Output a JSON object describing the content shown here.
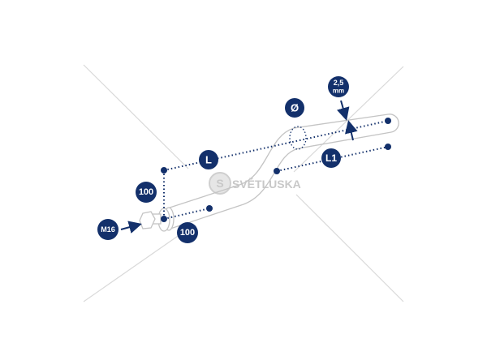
{
  "diagram": {
    "labels": {
      "length": "L",
      "length_offset": "L1",
      "diameter": "Ø",
      "wall_thickness_value": "2,5",
      "wall_thickness_unit": "mm",
      "vertical_offset": "100",
      "horizontal_offset": "100",
      "thread": "M16"
    },
    "watermark": {
      "brand": "SVĚTLUSKA",
      "logo_letter": "S"
    },
    "colors": {
      "accent": "#13306b",
      "outline": "#c4c4c4",
      "guide": "#d6d6d6"
    }
  }
}
